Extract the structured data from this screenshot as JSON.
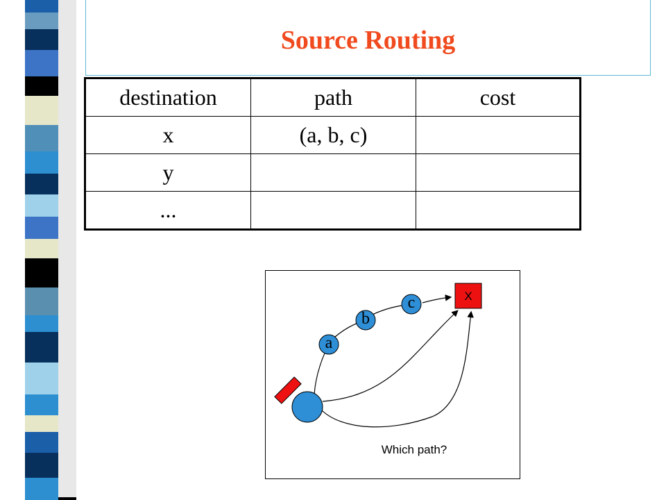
{
  "slide": {
    "title": "Source Routing",
    "title_color": "#f04a1e"
  },
  "table": {
    "headers": [
      "destination",
      "path",
      "cost"
    ],
    "rows": [
      [
        "x",
        "(a, b, c)",
        ""
      ],
      [
        "y",
        "",
        ""
      ],
      [
        "...",
        "",
        ""
      ]
    ]
  },
  "diagram": {
    "nodes": {
      "a": "a",
      "b": "b",
      "c": "c",
      "destination": "X"
    },
    "caption": "Which path?",
    "node_color": "#2e8ed6",
    "destination_color": "#ee1111",
    "packet_color": "#ee1111"
  },
  "stripe_colors": [
    "#08305c",
    "#2d8fcf",
    "#1a5fa8",
    "#6a9cc0",
    "#000000",
    "#e6e6c8",
    "#3a6b9a",
    "#9fd2ea"
  ]
}
